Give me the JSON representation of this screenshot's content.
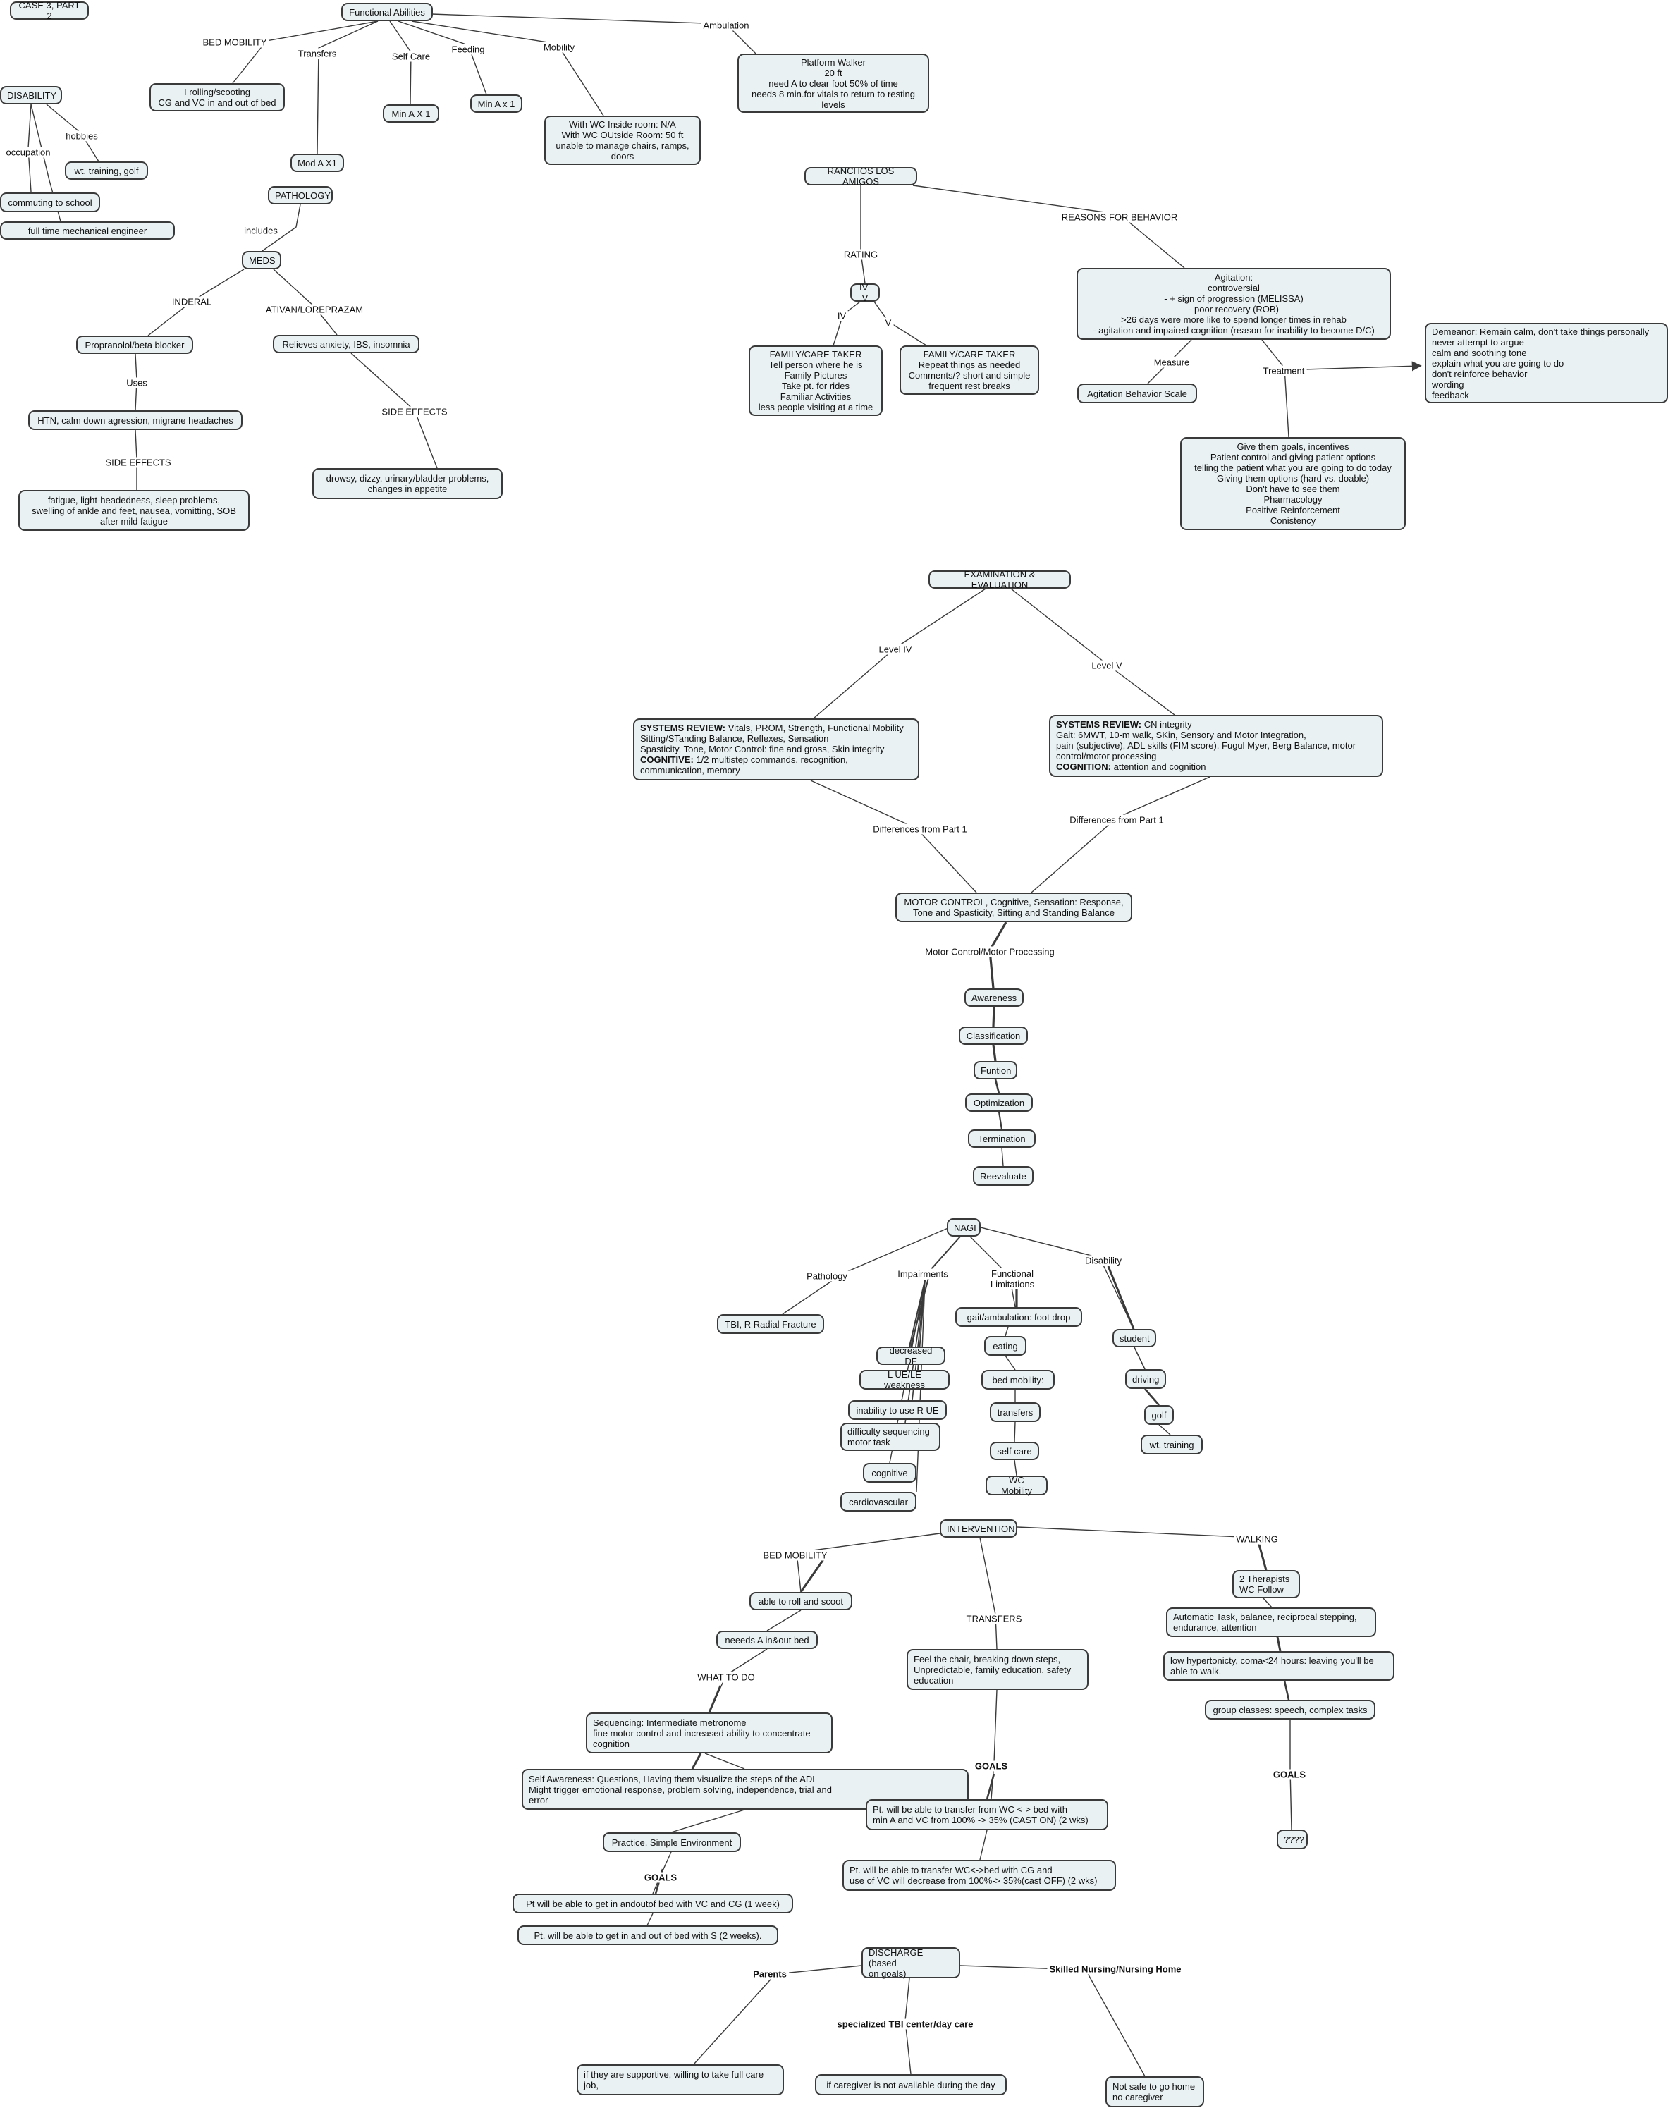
{
  "nodes": [
    {
      "id": "case",
      "text": "CASE 3, PART 2"
    },
    {
      "id": "func",
      "text": "Functional Abilities"
    },
    {
      "id": "disab",
      "text": "DISABILITY"
    },
    {
      "id": "bedmob_n",
      "text": "I rolling/scooting\nCG and VC in and out of bed"
    },
    {
      "id": "modax1",
      "text": "Mod A X1"
    },
    {
      "id": "minax1",
      "text": "Min A X 1"
    },
    {
      "id": "minax1b",
      "text": "Min A x 1"
    },
    {
      "id": "wc",
      "text": "With WC Inside room: N/A\nWith WC OUtside Room: 50 ft\nunable to manage chairs, ramps,\ndoors"
    },
    {
      "id": "platform",
      "text": "Platform Walker\n20 ft\nneed A to clear foot 50% of time\nneeds 8 min.for vitals to return to resting\nlevels"
    },
    {
      "id": "wttraining1",
      "text": "wt. training, golf"
    },
    {
      "id": "commuting",
      "text": "commuting to school"
    },
    {
      "id": "fulltime",
      "text": "full time mechanical engineer"
    },
    {
      "id": "pathology",
      "text": "PATHOLOGY"
    },
    {
      "id": "meds",
      "text": "MEDS"
    },
    {
      "id": "propranolol",
      "text": "Propranolol/beta blocker"
    },
    {
      "id": "relieves",
      "text": "Relieves anxiety, IBS, insomnia"
    },
    {
      "id": "htn",
      "text": "HTN, calm down agression, migrane headaches"
    },
    {
      "id": "fatigue",
      "text": "fatigue, light-headedness, sleep problems,\nswelling of ankle and feet, nausea, vomitting, SOB\nafter mild fatigue"
    },
    {
      "id": "drowsy",
      "text": "drowsy, dizzy, urinary/bladder problems,\nchanges in appetite"
    },
    {
      "id": "ranchos",
      "text": "RANCHOS LOS AMIGOS"
    },
    {
      "id": "ivv",
      "text": "IV-V"
    },
    {
      "id": "fam4",
      "text": "FAMILY/CARE TAKER\nTell person where he is\nFamily Pictures\nTake pt. for rides\nFamiliar Activities\nless people visiting at a time"
    },
    {
      "id": "fam5",
      "text": "FAMILY/CARE TAKER\nRepeat things as needed\nComments/? short and simple\nfrequent rest breaks"
    },
    {
      "id": "agitation",
      "text": "Agitation:\ncontroversial\n- + sign of progression (MELISSA)\n- poor recovery (ROB)\n>26 days were more like to spend longer times in rehab\n- agitation and impaired cognition (reason for inability to become D/C)"
    },
    {
      "id": "demeanor",
      "text": "Demeanor: Remain calm, don't take things personally\nnever attempt to argue\ncalm and soothing tone\nexplain what you are going to do\ndon't reinforce behavior\nwording\nfeedback"
    },
    {
      "id": "abs",
      "text": "Agitation Behavior Scale"
    },
    {
      "id": "goals_tx",
      "text": "Give them goals, incentives\nPatient control and giving patient options\ntelling the patient what you are going to do today\nGiving them options (hard vs. doable)\nDon't have to see them\nPharmacology\nPositive Reinforcement\nConistency"
    },
    {
      "id": "exam",
      "text": "EXAMINATION & EVALUATION"
    },
    {
      "id": "motor",
      "text": "MOTOR CONTROL, Cognitive, Sensation: Response,\nTone and Spasticity, Sitting and Standing Balance"
    },
    {
      "id": "awareness",
      "text": "Awareness"
    },
    {
      "id": "classification",
      "text": "Classification"
    },
    {
      "id": "funtion",
      "text": "Funtion"
    },
    {
      "id": "optimization",
      "text": "Optimization"
    },
    {
      "id": "termination",
      "text": "Termination"
    },
    {
      "id": "reevaluate",
      "text": "Reevaluate"
    },
    {
      "id": "nagi",
      "text": "NAGI"
    },
    {
      "id": "tbi",
      "text": "TBI, R Radial Fracture"
    },
    {
      "id": "decdf",
      "text": "decreased DF"
    },
    {
      "id": "luele",
      "text": "L UE/LE weakness"
    },
    {
      "id": "inability",
      "text": "inability to use R UE"
    },
    {
      "id": "difficulty",
      "text": "difficulty sequencing\nmotor task"
    },
    {
      "id": "cognitive",
      "text": "cognitive"
    },
    {
      "id": "cardio",
      "text": "cardiovascular"
    },
    {
      "id": "gait",
      "text": "gait/ambulation: foot drop"
    },
    {
      "id": "eating",
      "text": "eating"
    },
    {
      "id": "bedmob2",
      "text": "bed mobility:"
    },
    {
      "id": "transfers2",
      "text": "transfers"
    },
    {
      "id": "selfcare2",
      "text": "self care"
    },
    {
      "id": "wcmob",
      "text": "WC Mobility"
    },
    {
      "id": "student",
      "text": "student"
    },
    {
      "id": "driving",
      "text": "driving"
    },
    {
      "id": "golf",
      "text": "golf"
    },
    {
      "id": "wttraining2",
      "text": "wt. training"
    },
    {
      "id": "intervention",
      "text": "INTERVENTION"
    },
    {
      "id": "roll",
      "text": "able to roll and scoot"
    },
    {
      "id": "needs",
      "text": "neeeds A in&out bed"
    },
    {
      "id": "sequencing",
      "text": "Sequencing: Intermediate metronome\nfine motor control and increased ability to concentrate\ncognition"
    },
    {
      "id": "selfaware",
      "text": "Self Awareness: Questions, Having them visualize the steps of the ADL\nMight trigger emotional response, problem solving, independence, trial and\nerror"
    },
    {
      "id": "practice",
      "text": "Practice, Simple Environment"
    },
    {
      "id": "goalbed1",
      "text": "Pt will be able to get in andoutof bed with VC and CG (1 week)"
    },
    {
      "id": "goalbed2",
      "text": "Pt. will be able to get in and out of bed with S (2 weeks)."
    },
    {
      "id": "feel",
      "text": "Feel the chair, breaking down steps,\nUnpredictable, family education, safety\neducation"
    },
    {
      "id": "goaltr1",
      "text": "Pt. will be able to transfer from WC <-> bed with\nmin A and VC from 100% -> 35% (CAST ON) (2 wks)"
    },
    {
      "id": "goaltr2",
      "text": "Pt. will be able to transfer WC<->bed with CG and\nuse of VC will decrease from 100%-> 35%(cast OFF) (2 wks)"
    },
    {
      "id": "twoth",
      "text": "2 Therapists\nWC Follow"
    },
    {
      "id": "automatic",
      "text": "Automatic Task, balance, reciprocal stepping,\nendurance, attention"
    },
    {
      "id": "lowhyper",
      "text": "low hypertonicty, coma<24 hours: leaving you'll be\nable to walk."
    },
    {
      "id": "group",
      "text": "group classes: speech, complex tasks"
    },
    {
      "id": "qqq",
      "text": "????"
    },
    {
      "id": "discharge",
      "text": "DISCHARGE (based\non goals)"
    },
    {
      "id": "supportive",
      "text": "if they are supportive, willing to take full care\njob,"
    },
    {
      "id": "caregiver",
      "text": "if caregiver is not available during the day"
    },
    {
      "id": "notsafe",
      "text": "Not safe to go home\nno caregiver"
    }
  ],
  "rich_nodes": {
    "sys4": {
      "label_review": "SYSTEMS REVIEW:",
      "text_review": " Vitals, PROM, Strength, Functional Mobility\nSitting/STanding Balance, Reflexes, Sensation\nSpasticity, Tone, Motor Control: fine and gross, Skin integrity\n",
      "label_cog": "COGNITIVE:",
      "text_cog": " 1/2 multistep commands, recognition,\ncommunication, memory"
    },
    "sys5": {
      "label_review": "SYSTEMS REVIEW:",
      "text_review": " CN integrity\nGait: 6MWT, 10-m walk, SKin, Sensory and Motor Integration,\n pain (subjective), ADL skills (FIM score), Fugul Myer, Berg Balance, motor\ncontrol/motor processing\n",
      "label_cog": "COGNITION:",
      "text_cog": " attention and cognition"
    }
  },
  "labels": [
    {
      "id": "l_bedmob",
      "text": "BED MOBILITY"
    },
    {
      "id": "l_transfers",
      "text": "Transfers"
    },
    {
      "id": "l_selfcare",
      "text": "Self Care"
    },
    {
      "id": "l_feeding",
      "text": "Feeding"
    },
    {
      "id": "l_mobility",
      "text": "Mobility"
    },
    {
      "id": "l_ambulation",
      "text": "Ambulation"
    },
    {
      "id": "l_occupation",
      "text": "occupation"
    },
    {
      "id": "l_hobbies",
      "text": "hobbies"
    },
    {
      "id": "l_includes",
      "text": "includes"
    },
    {
      "id": "l_inderal",
      "text": "INDERAL"
    },
    {
      "id": "l_ativan",
      "text": "ATIVAN/LOREPRAZAM"
    },
    {
      "id": "l_uses",
      "text": "Uses"
    },
    {
      "id": "l_side1",
      "text": "SIDE EFFECTS"
    },
    {
      "id": "l_side2",
      "text": "SIDE EFFECTS"
    },
    {
      "id": "l_rating",
      "text": "RATING"
    },
    {
      "id": "l_reasons",
      "text": "REASONS FOR BEHAVIOR"
    },
    {
      "id": "l_iv",
      "text": "IV"
    },
    {
      "id": "l_v",
      "text": "V"
    },
    {
      "id": "l_measure",
      "text": "Measure"
    },
    {
      "id": "l_treatment",
      "text": "Treatment"
    },
    {
      "id": "l_level4",
      "text": "Level IV"
    },
    {
      "id": "l_level5",
      "text": "Level V"
    },
    {
      "id": "l_diff1",
      "text": "Differences from Part 1"
    },
    {
      "id": "l_diff2",
      "text": "Differences from Part 1"
    },
    {
      "id": "l_mcmp",
      "text": "Motor Control/Motor Processing"
    },
    {
      "id": "l_pathology",
      "text": "Pathology"
    },
    {
      "id": "l_impairments",
      "text": "Impairments"
    },
    {
      "id": "l_funclim",
      "text": "Functional\nLimitations"
    },
    {
      "id": "l_disability",
      "text": "Disability"
    },
    {
      "id": "l_ibedmob",
      "text": "BED MOBILITY"
    },
    {
      "id": "l_itransfers",
      "text": "TRANSFERS"
    },
    {
      "id": "l_walking",
      "text": "WALKING"
    },
    {
      "id": "l_whattodo",
      "text": "WHAT TO DO"
    },
    {
      "id": "l_goals1",
      "text": "GOALS"
    },
    {
      "id": "l_goals2",
      "text": "GOALS"
    },
    {
      "id": "l_goals3",
      "text": "GOALS"
    },
    {
      "id": "l_parents",
      "text": "Parents"
    },
    {
      "id": "l_tbicenter",
      "text": "specialized TBI center/day care"
    },
    {
      "id": "l_snf",
      "text": "Skilled Nursing/Nursing Home"
    }
  ],
  "colors": {
    "node_fill": "#e9f1f3",
    "node_border": "#3a3a3a",
    "line": "#3a3a3a",
    "background": "#ffffff"
  }
}
